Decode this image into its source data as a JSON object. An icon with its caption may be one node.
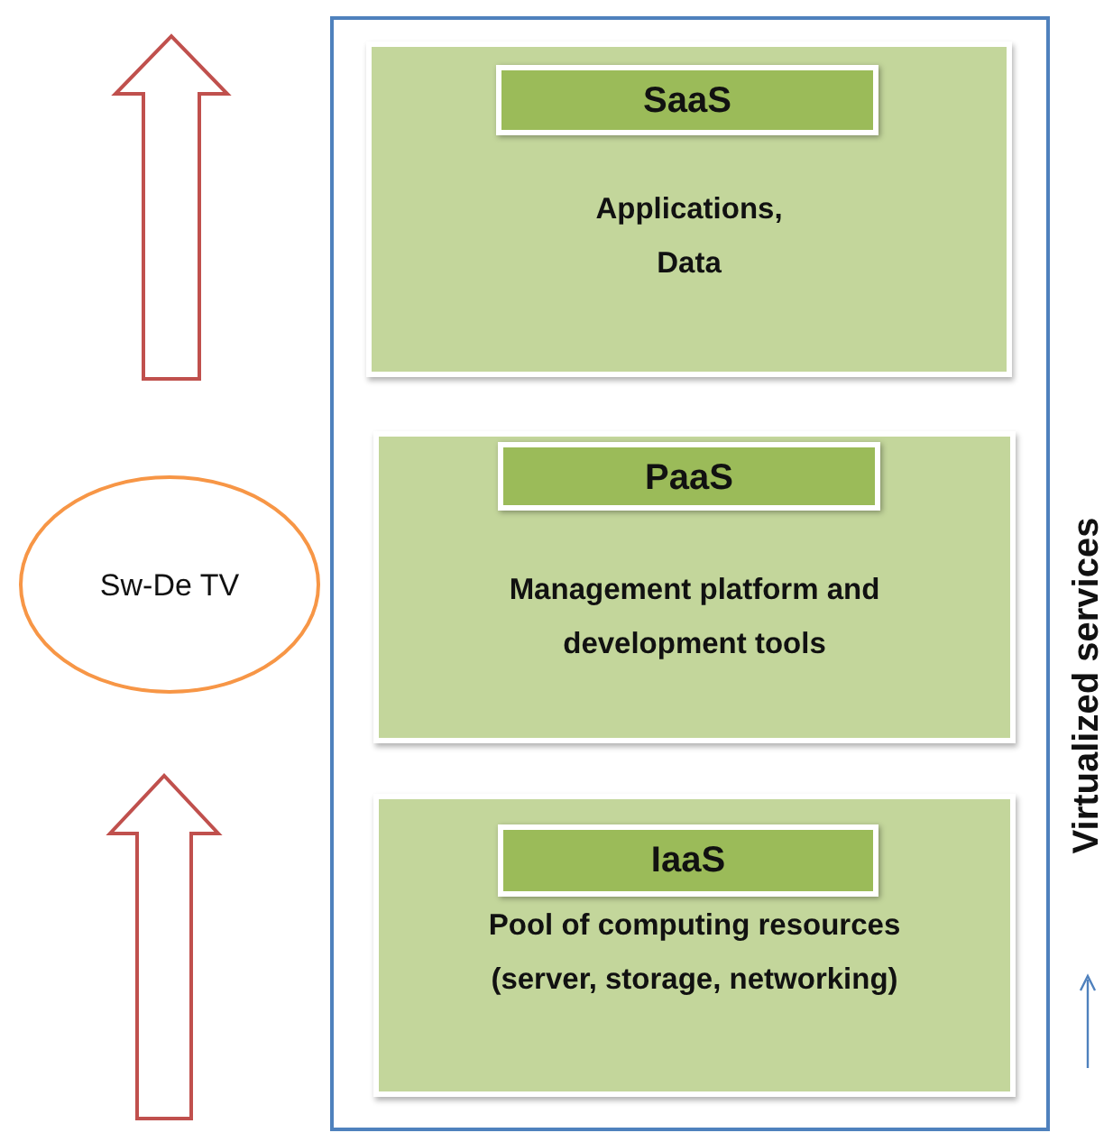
{
  "diagram": {
    "nodes": [
      {
        "text": [],
        "shape": "box"
      },
      {
        "text": [
          "Applications, Data"
        ],
        "in": 0
      },
      {
        "text": [
          "SaaS"
        ],
        "in": 1
      },
      {
        "text": [
          "Management platform and development tools"
        ],
        "in": 0
      },
      {
        "text": [
          "PaaS"
        ],
        "in": 3
      },
      {
        "text": [
          "Pool of computing resources (server, storage, networking)"
        ],
        "in": 0
      },
      {
        "text": [
          "IaaS"
        ],
        "in": 5
      },
      {
        "text": [
          "Sw-De TV"
        ]
      }
    ],
    "labels": [
      "Virtualized services"
    ]
  }
}
